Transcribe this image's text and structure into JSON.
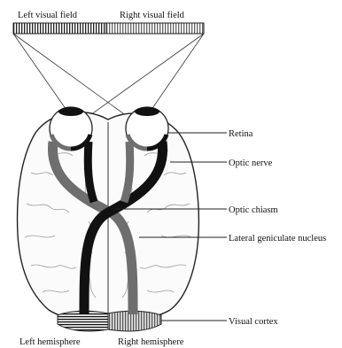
{
  "field_labels": {
    "left": "Left visual field",
    "right": "Right visual field"
  },
  "structure_labels": {
    "retina": "Retina",
    "optic_nerve": "Optic nerve",
    "optic_chiasm": "Optic chiasm",
    "lgn": "Lateral geniculate nucleus",
    "visual_cortex": "Visual cortex"
  },
  "hemisphere_labels": {
    "left": "Left hemisphere",
    "right": "Right hemisphere"
  },
  "colors": {
    "left_pathway": "#111111",
    "right_pathway": "#6e6e6e",
    "outline": "#222222",
    "sulci": "#9a9a9a"
  }
}
